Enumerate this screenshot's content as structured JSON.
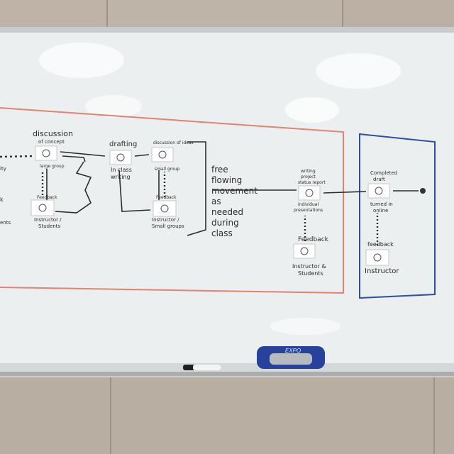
{
  "board": {
    "col1_title_a": "discussion",
    "col1_title_b": "of concept",
    "col1_small_a": "large group",
    "col1_fb": "Feedback",
    "col1_inst_a": "Instructor /",
    "col1_inst_b": "Students",
    "col2_title_a": "drafting",
    "col2_title_b": "In class",
    "col2_title_c": "writing",
    "col3_title": "discussion of ideas",
    "col3_small": "small group",
    "col3_fb": "Feedback",
    "col3_inst_a": "Instructor /",
    "col3_inst_b": "Small groups",
    "free_1": "free",
    "free_2": "flowing",
    "free_3": "movement",
    "free_4": "as",
    "free_5": "needed",
    "free_6": "during",
    "free_7": "class",
    "col4_a": "writing",
    "col4_b": "project",
    "col4_c": "status report",
    "col4_d": "individual",
    "col4_e": "presentations",
    "col4_fb": "Feedback",
    "col4_inst_a": "Instructor &",
    "col4_inst_b": "Students",
    "col5_a": "Completed",
    "col5_b": "draft",
    "col5_c": "turned in",
    "col5_d": "online",
    "col5_fb": "feedback",
    "col5_inst": "Instructor",
    "left_cut_a": "ity",
    "left_cut_b": "k",
    "left_cut_c": "ents"
  },
  "eraser_brand": "EXPO",
  "colors": {
    "wall": "#b9aea2",
    "board": "#eef0f0",
    "red_box": "#e2826f",
    "blue_box": "#2b4fa8",
    "ink": "#2d2d2d",
    "eraser": "#27429b"
  }
}
